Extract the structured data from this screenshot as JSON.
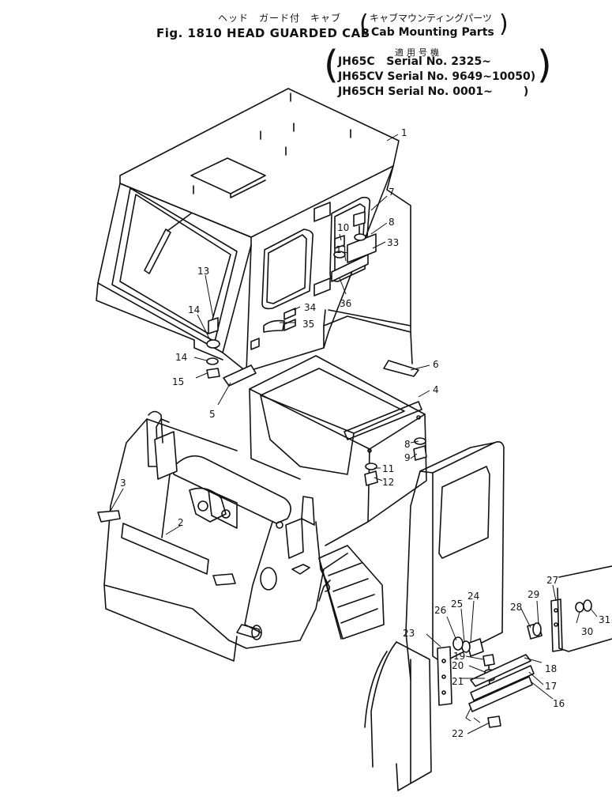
{
  "header": {
    "jp_title": "ヘッド　ガード付　キャブ",
    "jp_subtitle": "キャブマウンティングパーツ",
    "fig_title": "Fig. 1810 HEAD GUARDED CAB",
    "fig_subtitle": "Cab Mounting Parts",
    "applicability_label": "適用号機",
    "serials": [
      "JH65C   Serial No. 2325~",
      "JH65CV Serial No. 9649~10050)",
      "JH65CH Serial No. 0001~        )"
    ]
  },
  "callouts": [
    "1",
    "2",
    "3",
    "4",
    "5",
    "6",
    "7",
    "8",
    "10",
    "11",
    "33",
    "13",
    "14",
    "14",
    "15",
    "34",
    "35",
    "36",
    "8",
    "9",
    "11",
    "12",
    "23",
    "24",
    "25",
    "26",
    "19",
    "20",
    "21",
    "22",
    "18",
    "17",
    "16",
    "27",
    "28",
    "29",
    "30",
    "31"
  ]
}
